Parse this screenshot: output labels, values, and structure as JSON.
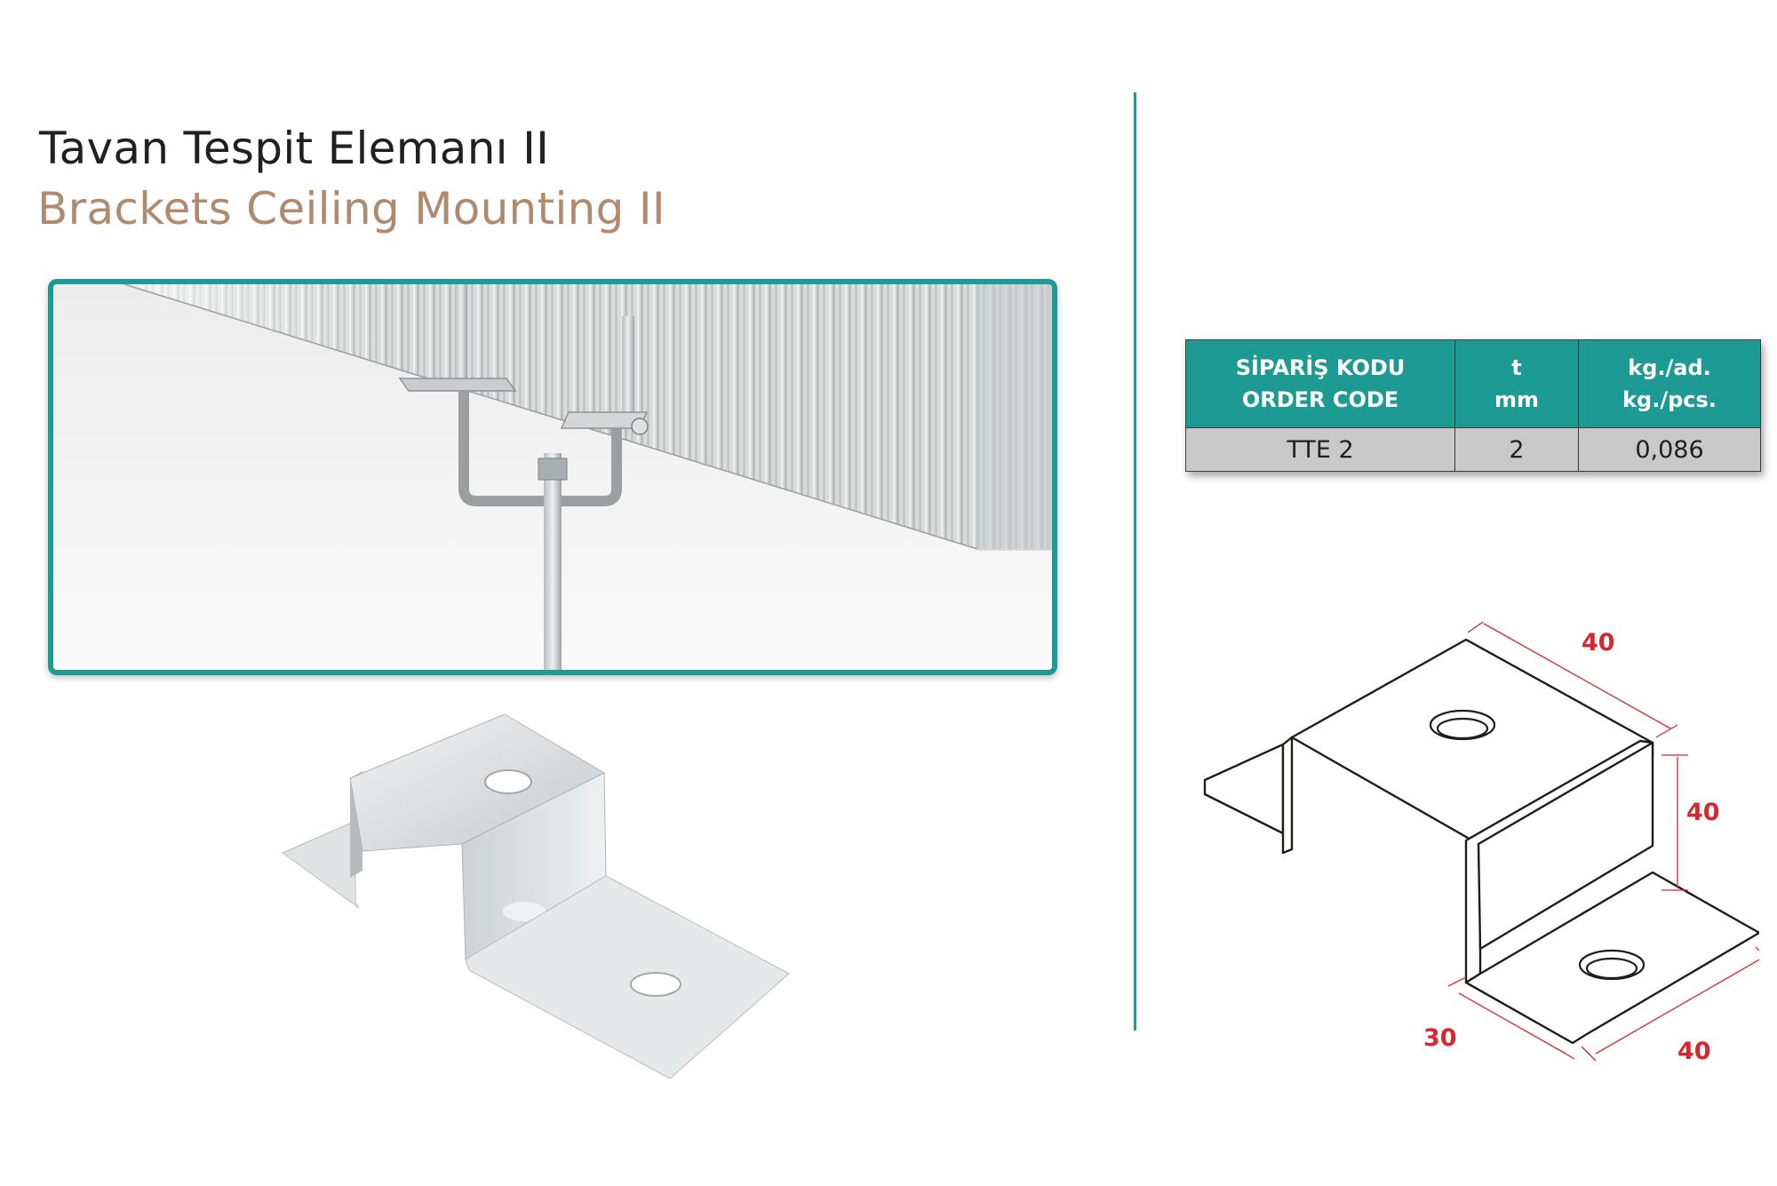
{
  "title": {
    "tr": "Tavan Tespit Elemanı II",
    "en": "Brackets Ceiling Mounting II"
  },
  "table": {
    "headers": [
      {
        "line1": "SİPARİŞ KODU",
        "line2": "ORDER CODE"
      },
      {
        "line1": "t",
        "line2": "mm"
      },
      {
        "line1": "kg./ad.",
        "line2": "kg./pcs."
      }
    ],
    "rows": [
      [
        "TTE 2",
        "2",
        "0,086"
      ]
    ]
  },
  "dimensions": {
    "top_length": "40",
    "height": "40",
    "foot_width": "30",
    "foot_length": "40"
  },
  "colors": {
    "accent_teal": "#1f9b95",
    "title_secondary": "#b08a6e",
    "dimension_red": "#d7282f",
    "table_row": "#c9c9c9"
  }
}
